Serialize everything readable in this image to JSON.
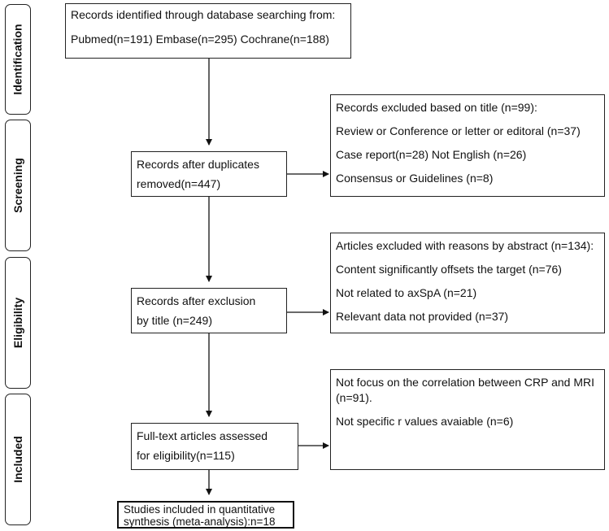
{
  "phases": {
    "identification": "Identification",
    "screening": "Screening",
    "eligibility": "Eligibility",
    "included": "Included"
  },
  "boxes": {
    "identified": [
      "Records identified through database searching from:",
      "Pubmed(n=191) Embase(n=295) Cochrane(n=188)"
    ],
    "duplicates": [
      "Records after duplicates",
      "removed(n=447)"
    ],
    "excluded_title": [
      "Records excluded based on title (n=99):",
      "Review or Conference or letter or editoral (n=37)",
      "Case report(n=28) Not English (n=26)",
      "Consensus or Guidelines (n=8)"
    ],
    "after_title": [
      "Records after exclusion",
      "by title (n=249)"
    ],
    "excluded_abstract": [
      "Articles excluded with reasons by abstract (n=134):",
      "Content significantly offsets the target (n=76)",
      "Not related to axSpA (n=21)",
      "Relevant data not provided (n=37)"
    ],
    "fulltext": [
      "Full-text articles assessed",
      "for eligibility(n=115)"
    ],
    "excluded_fulltext": [
      "Not focus on the correlation between CRP and MRI",
      "(n=91).",
      "Not specific r values avaiable (n=6)"
    ],
    "included": [
      "Studies included in quantitative",
      "synthesis (meta-analysis):n=18"
    ]
  }
}
